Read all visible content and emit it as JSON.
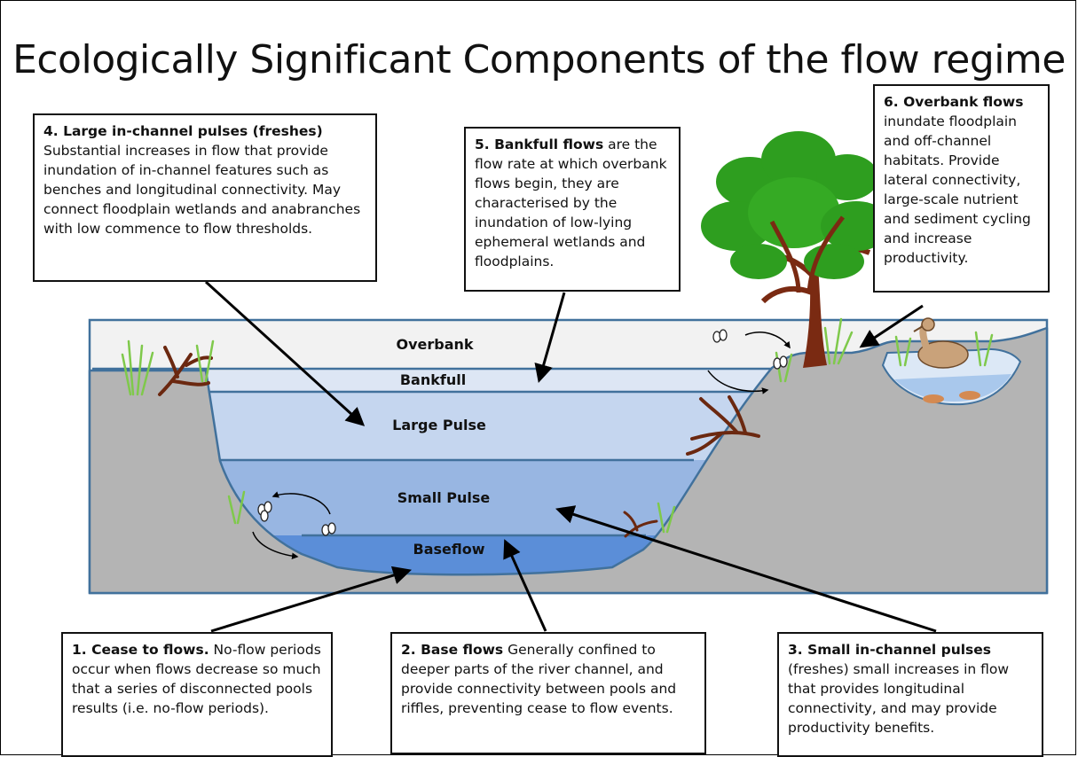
{
  "title": "Ecologically Significant Components of the flow regime",
  "levels": {
    "overbank": "Overbank",
    "bankfull": "Bankfull",
    "large_pulse": "Large Pulse",
    "small_pulse": "Small Pulse",
    "baseflow": "Baseflow"
  },
  "boxes": {
    "b4": {
      "heading": "4. Large in-channel pulses (freshes)",
      "text": "Substantial increases in flow that provide inundation of in-channel features such as benches and longitudinal connectivity. May connect floodplain wetlands and anabranches with low commence to flow thresholds."
    },
    "b5": {
      "heading": "5. Bankfull flows",
      "text": " are the flow rate at which overbank flows begin, they are characterised by the inundation of low-lying ephemeral wetlands and floodplains."
    },
    "b6": {
      "heading": "6. Overbank flows",
      "text": "inundate floodplain and off-channel habitats. Provide lateral connectivity, large-scale nutrient and sediment cycling and increase productivity."
    },
    "b1": {
      "heading": "1. Cease to flows.",
      "text": " No-flow periods occur when flows decrease so much that a series of disconnected pools results (i.e. no-flow periods)."
    },
    "b2": {
      "heading": "2. Base flows",
      "text": " Generally confined to deeper parts of the river channel, and provide connectivity between pools and riffles, preventing cease to flow events."
    },
    "b3": {
      "heading": "3. Small in-channel pulses",
      "text": "(freshes)  small increases in flow that provides longitudinal connectivity, and may provide productivity benefits."
    }
  },
  "colors": {
    "overbank": "#f2f2f2",
    "bankfull": "#dde6f4",
    "large_pulse": "#c5d6ef",
    "small_pulse": "#98b6e2",
    "baseflow": "#5b8ed8",
    "ground": "#b4b4b4",
    "outline": "#41719c",
    "tree_canopy": "#2e9e1f",
    "tree_trunk": "#7a2a12"
  }
}
